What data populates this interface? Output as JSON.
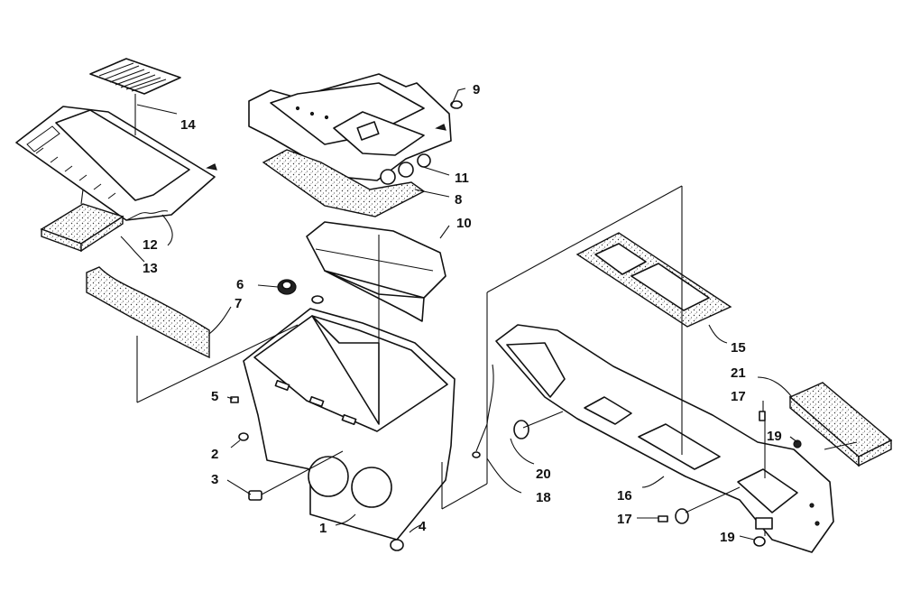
{
  "callouts": [
    {
      "id": "1",
      "label": "1"
    },
    {
      "id": "2",
      "label": "2"
    },
    {
      "id": "3",
      "label": "3"
    },
    {
      "id": "4",
      "label": "4"
    },
    {
      "id": "5",
      "label": "5"
    },
    {
      "id": "6",
      "label": "6"
    },
    {
      "id": "7",
      "label": "7"
    },
    {
      "id": "8",
      "label": "8"
    },
    {
      "id": "9",
      "label": "9"
    },
    {
      "id": "10",
      "label": "10"
    },
    {
      "id": "11",
      "label": "11"
    },
    {
      "id": "12",
      "label": "12"
    },
    {
      "id": "13",
      "label": "13"
    },
    {
      "id": "14",
      "label": "14"
    },
    {
      "id": "15",
      "label": "15"
    },
    {
      "id": "16",
      "label": "16"
    },
    {
      "id": "17a",
      "label": "17"
    },
    {
      "id": "17b",
      "label": "17"
    },
    {
      "id": "18",
      "label": "18"
    },
    {
      "id": "19a",
      "label": "19"
    },
    {
      "id": "19b",
      "label": "19"
    },
    {
      "id": "20",
      "label": "20"
    },
    {
      "id": "21",
      "label": "21"
    }
  ]
}
